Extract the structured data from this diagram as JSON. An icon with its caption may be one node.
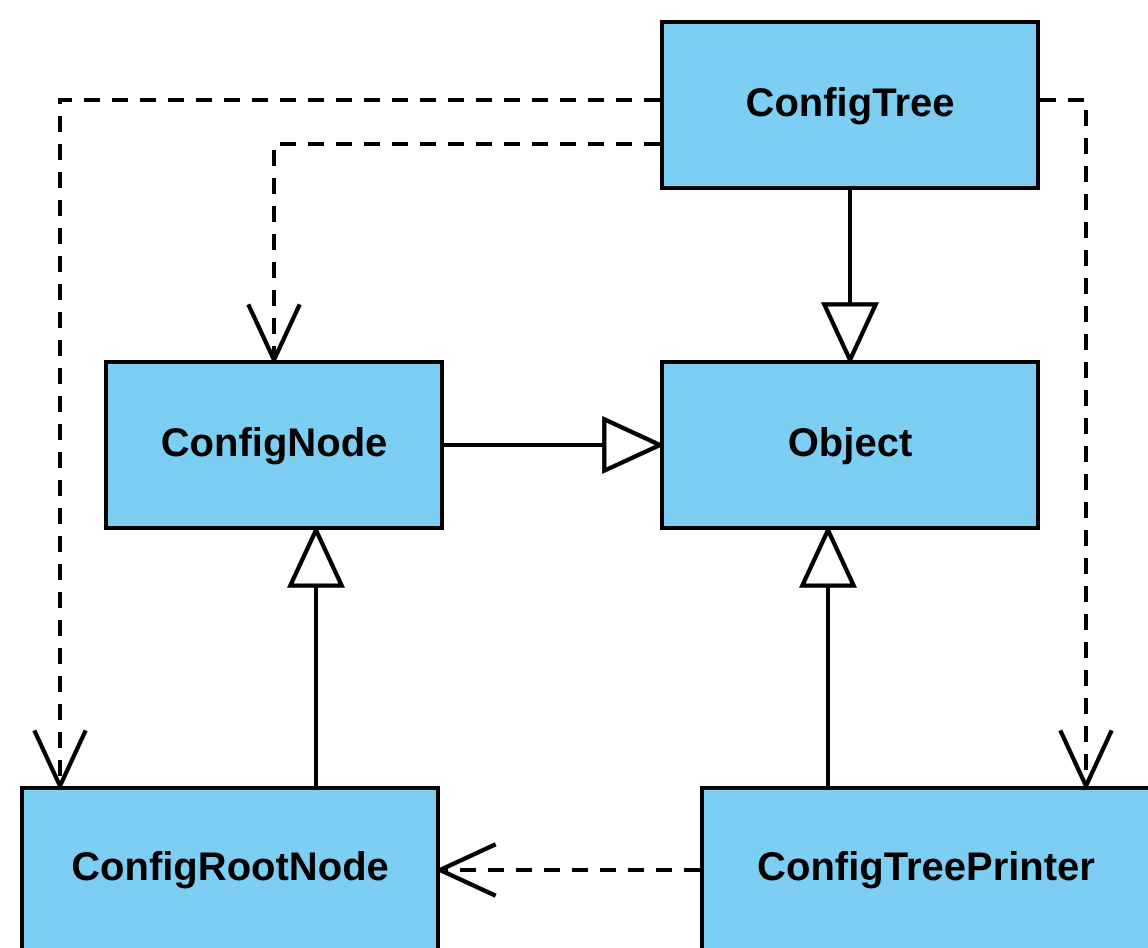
{
  "diagram": {
    "nodes": [
      {
        "text": [
          "ConfigTree"
        ]
      },
      {
        "text": [
          "ConfigNode"
        ]
      },
      {
        "text": [
          "Object"
        ]
      },
      {
        "text": [
          "ConfigRootNode"
        ]
      },
      {
        "text": [
          "ConfigTreePrinter"
        ]
      }
    ],
    "edges": [
      {
        "from": 0,
        "to": 2,
        "arrow": "to"
      },
      {
        "from": 1,
        "to": 2,
        "arrow": "to"
      },
      {
        "from": 3,
        "to": 1,
        "arrow": "to"
      },
      {
        "from": 4,
        "to": 2,
        "arrow": "to"
      },
      {
        "from": 0,
        "to": 1,
        "arrow": "to",
        "style": "dashed"
      },
      {
        "from": 0,
        "to": 3,
        "arrow": "to",
        "style": "dashed"
      },
      {
        "from": 0,
        "to": 4,
        "arrow": "to",
        "style": "dashed"
      },
      {
        "from": 4,
        "to": 3,
        "arrow": "to",
        "style": "dashed"
      }
    ]
  }
}
